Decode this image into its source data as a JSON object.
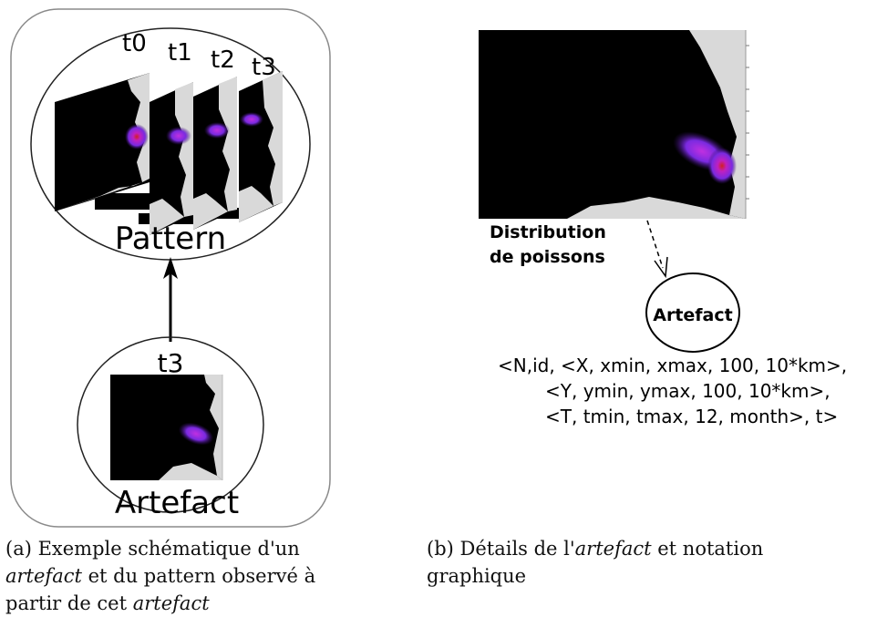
{
  "panel_a": {
    "time_labels": [
      "t0",
      "t1",
      "t2",
      "t3"
    ],
    "pattern_label": "Pattern",
    "artefact_time_label": "t3",
    "artefact_label": "Artefact",
    "caption_prefix": "(a) Exemple schématique d'un ",
    "caption_em1": "artefact",
    "caption_mid": " et du pattern observé à partir de cet ",
    "caption_em2": "artefact"
  },
  "panel_b": {
    "distribution_label_line1": "Distribution",
    "distribution_label_line2": "de poissons",
    "artefact_label": "Artefact",
    "notation_line1": "<N,id, <X, xmin, xmax, 100, 10*km>,",
    "notation_line2": "<Y, ymin, ymax, 100, 10*km>,",
    "notation_line3": "<T, tmin, tmax, 12, month>, t>",
    "caption_prefix": "(b) Détails de l'",
    "caption_em": "artefact",
    "caption_suffix": " et notation graphique"
  },
  "colors": {
    "map_background": "#000000",
    "land": "#d9d9d9",
    "blob_outer": "#6a1fd6",
    "blob_core": "#c020c0",
    "blob_center": "#cc2020"
  }
}
